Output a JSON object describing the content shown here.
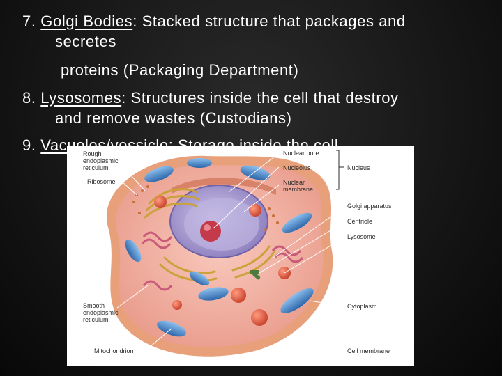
{
  "slide": {
    "item7": {
      "number": "7.",
      "term": "Golgi Bodies",
      "definition_line1": ": Stacked structure that packages and",
      "definition_line2": "secretes",
      "definition_line3": "proteins (Packaging Department)"
    },
    "item8": {
      "number": "8.",
      "term": "Lysosomes",
      "definition_line1": ": Structures inside the cell that destroy",
      "definition_line2": "and remove wastes (Custodians)"
    },
    "item9": {
      "number": "9.",
      "term": "Vacuoles/vessicle",
      "definition_line1": ": Storage inside the cell"
    }
  },
  "diagram": {
    "labels": {
      "rough_er": "Rough\nendoplasmic\nreticulum",
      "ribosome": "Ribosome",
      "nuclear_pore": "Nuclear pore",
      "nucleolus": "Nucleolus",
      "nucleus": "Nucleus",
      "nuclear_membrane": "Nuclear\nmembrane",
      "golgi": "Golgi apparatus",
      "centriole": "Centriole",
      "lysosome": "Lysosome",
      "smooth_er": "Smooth\nendoplasmic\nreticulum",
      "cytoplasm": "Cytoplasm",
      "mitochondrion": "Mitochondrion",
      "cell_membrane": "Cell membrane"
    },
    "colors": {
      "membrane": "#e8a07a",
      "cytoplasm": "#f4b3a8",
      "nucleus": "#a99ad0",
      "nucleolus": "#c43a4a",
      "mitochondria": "#4a86c8",
      "golgi": "#c9a23a",
      "lysosome": "#e0553a"
    }
  }
}
